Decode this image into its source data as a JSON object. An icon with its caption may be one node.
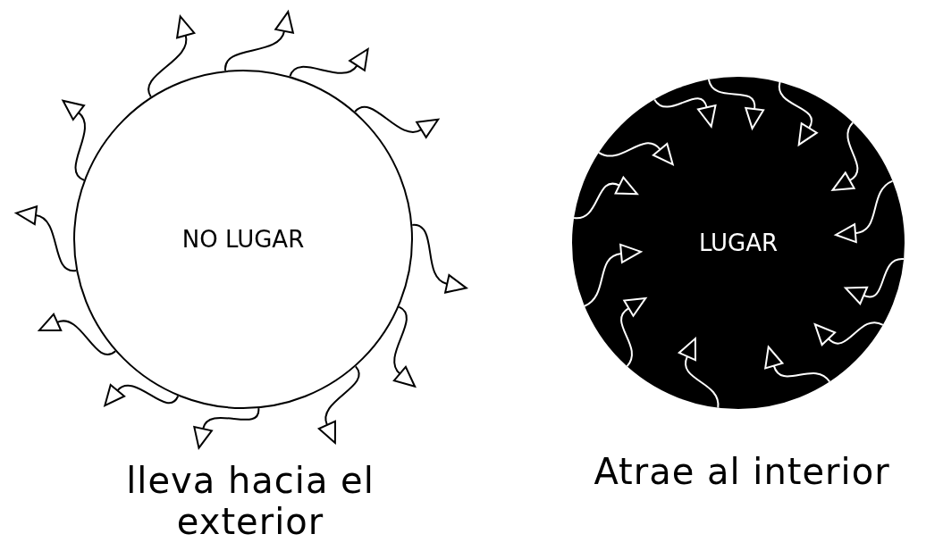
{
  "diagram": {
    "nodes": [
      {
        "text": [
          "NO LUGAR"
        ],
        "beside": [
          "lleva hacia el exterior"
        ]
      },
      {
        "text": [
          "LUGAR"
        ],
        "beside": [
          "Atrae al interior"
        ]
      }
    ]
  }
}
